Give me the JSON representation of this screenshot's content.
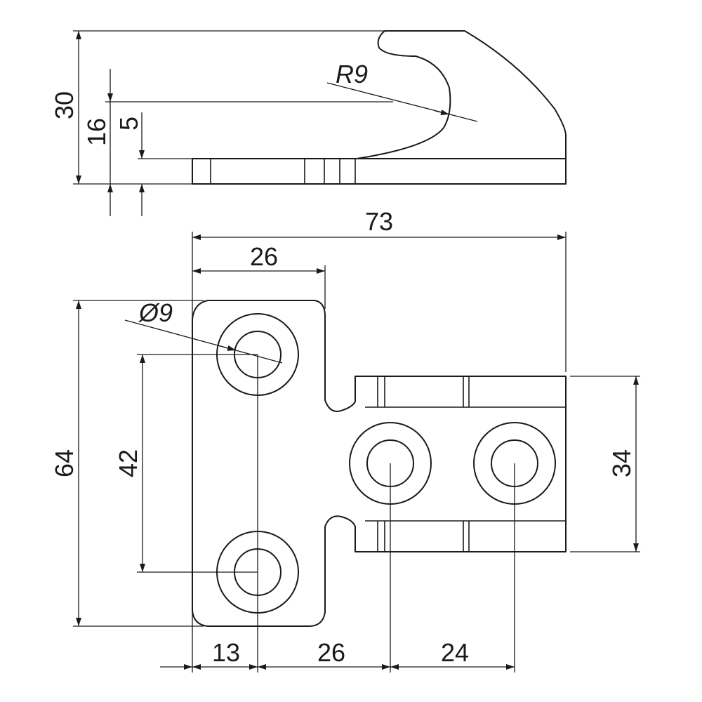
{
  "dimensions": {
    "side_height": "30",
    "side_hook_height": "16",
    "side_plate_thickness": "5",
    "hook_radius": "R9",
    "overall_width": "73",
    "flange_width": "26",
    "hole_diameter": "Ø9",
    "overall_height": "64",
    "hole_vertical_spacing": "42",
    "tab_height": "34",
    "hole_offset_left": "13",
    "hole_offset_middle": "26",
    "hole_offset_right": "24"
  }
}
